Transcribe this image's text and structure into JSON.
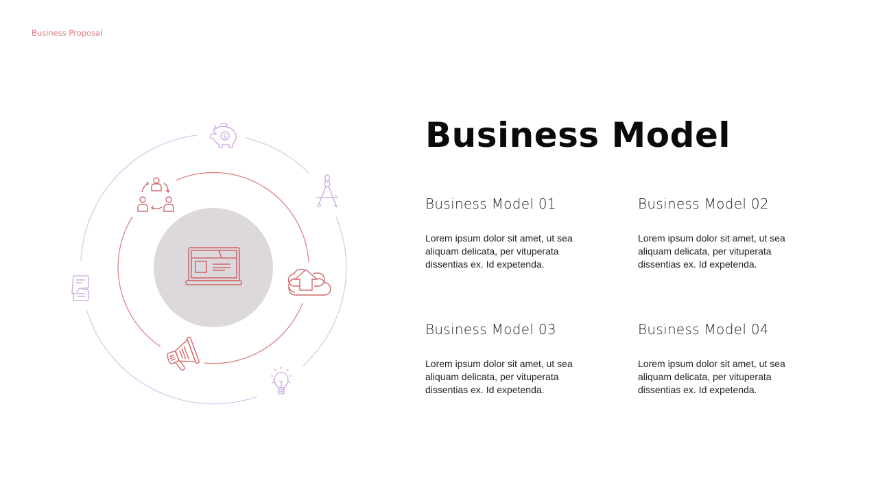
{
  "header": {
    "label": "Business Proposal"
  },
  "title": "Business Model",
  "colors": {
    "accent_red": "#d0686b",
    "accent_purple": "#c9a6e0",
    "center_gray": "#dcd8dc",
    "header_text": "#d87c80"
  },
  "diagram": {
    "center_icon": "laptop-icon",
    "inner_ring_icons": [
      "team-cycle-icon",
      "cloud-upload-icon",
      "megaphone-icon"
    ],
    "outer_ring_icons": [
      "piggy-bank-icon",
      "compass-icon",
      "lightbulb-icon",
      "chat-documents-icon"
    ]
  },
  "cards": [
    {
      "title": "Business Model 01",
      "body": "Lorem ipsum dolor sit amet, ut sea aliquam delicata, per vituperata dissentias ex. Id expetenda."
    },
    {
      "title": "Business Model 02",
      "body": "Lorem ipsum dolor sit amet, ut sea aliquam delicata, per vituperata dissentias ex. Id expetenda."
    },
    {
      "title": "Business Model 03",
      "body": "Lorem ipsum dolor sit amet, ut sea aliquam delicata, per vituperata dissentias ex. Id expetenda."
    },
    {
      "title": "Business Model 04",
      "body": "Lorem ipsum dolor sit amet, ut sea aliquam delicata, per vituperata dissentias ex. Id expetenda."
    }
  ]
}
